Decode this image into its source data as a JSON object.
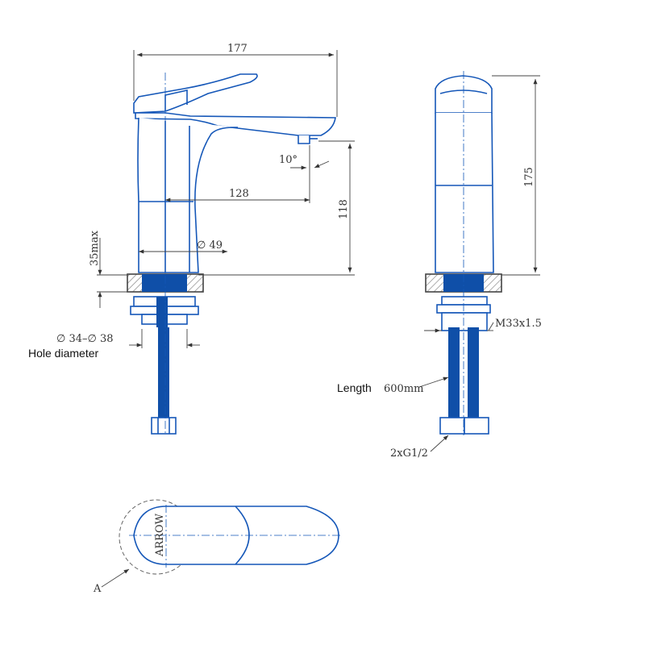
{
  "colors": {
    "outline": "#1557b8",
    "body_fill": "#ffffff",
    "pipe": "#0f4fa8",
    "dim_line": "#444444",
    "hatch": "#888888"
  },
  "dimensions": {
    "overall_length": "177",
    "height_right_view": "175",
    "spout_reach": "128",
    "spout_height": "118",
    "spout_angle": "10°",
    "body_diameter": "∅ 49",
    "deck_thickness": "35max",
    "hole_range": "∅ 34–∅ 38",
    "thread": "M33x1.5",
    "hose_length": "600mm",
    "hose_thread": "2xG1/2"
  },
  "labels": {
    "hole_diameter": "Hole diameter",
    "length": "Length",
    "detail_ref": "A",
    "handle_text": "ARROW"
  }
}
